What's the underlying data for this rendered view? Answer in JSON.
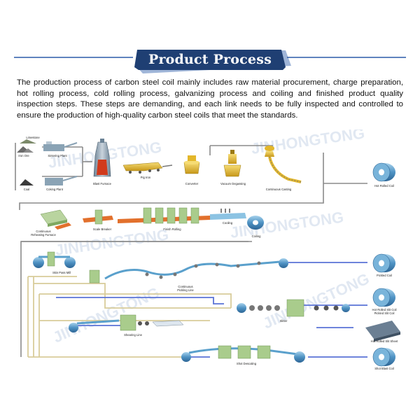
{
  "header": {
    "title": "Product Process",
    "banner_color": "#1f3f73",
    "accent_color": "#2a5aa8"
  },
  "intro": "The production process of carbon steel coil mainly includes raw material procurement, charge preparation, hot rolling process, cold rolling process, galvanizing process and coiling and finished product quality inspection steps. These steps are demanding, and each link needs to be fully inspected and controlled to ensure the production of high-quality carbon steel coils that meet the standards.",
  "watermark": "JINHONGTONG",
  "diagram": {
    "colors": {
      "line_gray": "#8a8a8a",
      "line_blue": "#5a73d6",
      "line_tan": "#d8cc9a",
      "steel": "#5aa0cc",
      "green": "#a9cc8c",
      "gold": "#e3b72b",
      "orange": "#e2702c"
    },
    "raw_materials": {
      "limestone": "Limestone",
      "iron_ore": "Iron Ore",
      "sintering_plant": "Sintering Plant",
      "coal": "Coal",
      "coking_plant": "Coking Plant"
    },
    "steps": {
      "blast_furnace": "Blast Furnace",
      "pig_iron": "Pig Iron",
      "converter": "Converter",
      "vacuum_degassing": "Vacuum Degassing",
      "continuous_casting": "Continuous Casting",
      "continuous_reheating_furnace": [
        "Continuous",
        "Reheating Furnace"
      ],
      "scale_breaker": "Scale Breaker",
      "finish_rolling": "Finish Rolling",
      "cooling": "Cooling",
      "coiling": "Coiling",
      "skin_pass_mill": "Skin Pass Mill",
      "continuous_pickling_line": [
        "Continuous",
        "Pickling Line"
      ],
      "slitter": "Slitter",
      "shearing_line": "Shearing Line",
      "shot_descaling": "Shot Descaling"
    },
    "products": {
      "hot_rolled_coil": "Hot Rolled Coil",
      "pickled_coil": "Pickled Coil",
      "slit_coil": [
        "Hot Rolled Slit Coil",
        "Pickled Slit Coil"
      ],
      "slit_sheet": "Hot Rolled Slit Sheet",
      "shot_blast_coil": "Shot Blast Coil"
    }
  }
}
